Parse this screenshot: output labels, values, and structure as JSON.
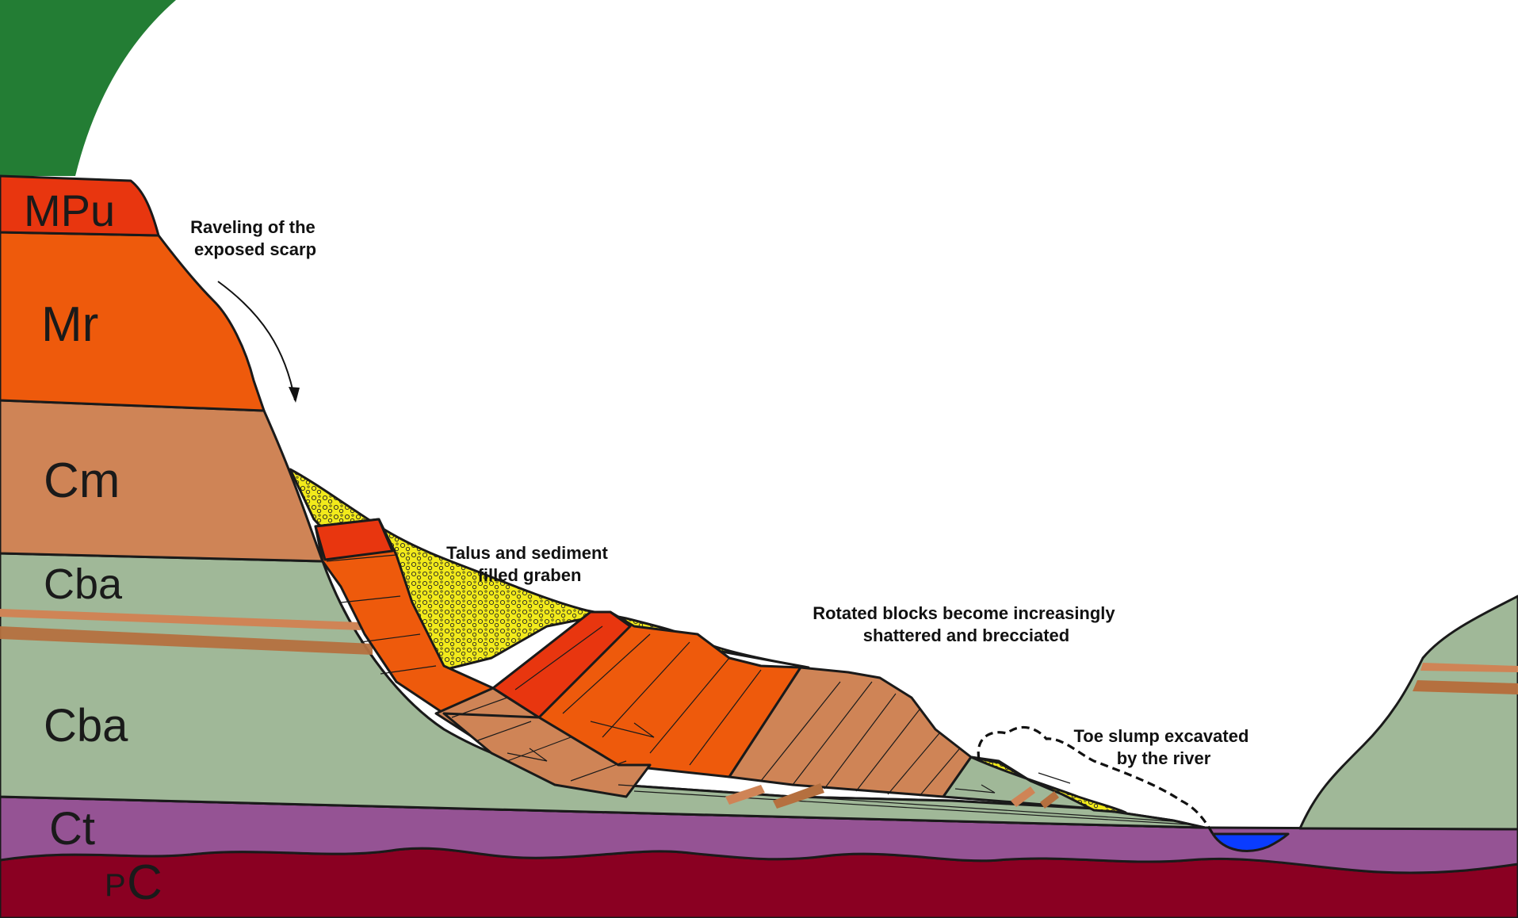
{
  "units": {
    "MPu": "MPu",
    "Mr": "Mr",
    "Cm": "Cm",
    "Cba_upper": "Cba",
    "Cba_lower": "Cba",
    "Ct": "Ct",
    "PC_prefix": "P",
    "PC_main": "C"
  },
  "annotations": {
    "raveling": [
      "Raveling of the",
      "exposed scarp"
    ],
    "talus": [
      "Talus and sediment",
      "filled graben"
    ],
    "rotated": [
      "Rotated blocks become increasingly",
      "shattered and brecciated"
    ],
    "toe": [
      "Toe slump excavated",
      "by the river"
    ]
  },
  "colors": {
    "MPu": "#e8360f",
    "Mr": "#ee5a0c",
    "Cm": "#cf8456",
    "Cba": "#a0b898",
    "Ct": "#955394",
    "PC": "#8a0022",
    "talus": "#f2ea1b",
    "river": "#0a3cff",
    "corner_green": "#237d34"
  }
}
